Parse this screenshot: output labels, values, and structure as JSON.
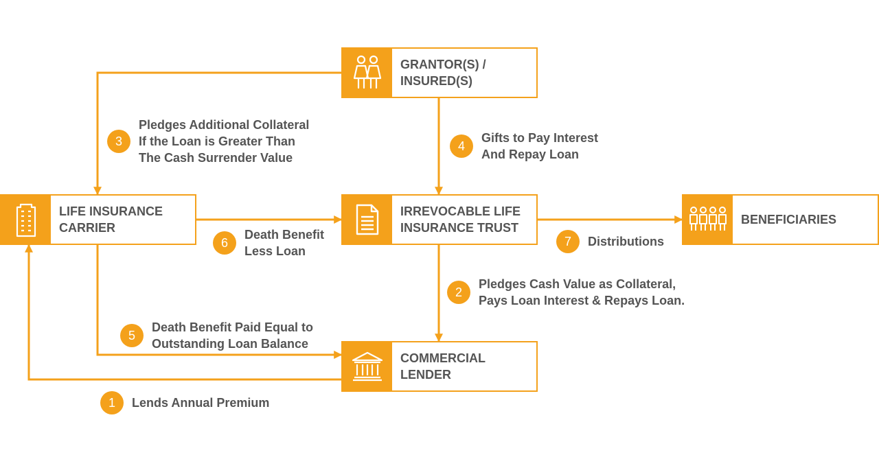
{
  "colors": {
    "accent": "#f4a11b",
    "text": "#545454"
  },
  "nodes": {
    "grantor": {
      "label": "GRANTOR(S) /\nINSURED(S)",
      "icon": "couple-icon"
    },
    "carrier": {
      "label": "LIFE INSURANCE\nCARRIER",
      "icon": "building-icon"
    },
    "trust": {
      "label": "IRREVOCABLE LIFE\nINSURANCE TRUST",
      "icon": "document-icon"
    },
    "beneficiaries": {
      "label": "BENEFICIARIES",
      "icon": "group-icon"
    },
    "lender": {
      "label": "COMMERCIAL\nLENDER",
      "icon": "bank-icon"
    }
  },
  "steps": [
    {
      "num": "1",
      "text": "Lends Annual Premium"
    },
    {
      "num": "2",
      "text": "Pledges Cash Value as Collateral,\nPays Loan Interest & Repays Loan."
    },
    {
      "num": "3",
      "text": "Pledges Additional Collateral\nIf the Loan is Greater Than\nThe Cash Surrender Value"
    },
    {
      "num": "4",
      "text": "Gifts to Pay Interest\nAnd Repay Loan"
    },
    {
      "num": "5",
      "text": "Death Benefit Paid Equal to\nOutstanding Loan Balance"
    },
    {
      "num": "6",
      "text": "Death Benefit\nLess Loan"
    },
    {
      "num": "7",
      "text": "Distributions"
    }
  ]
}
